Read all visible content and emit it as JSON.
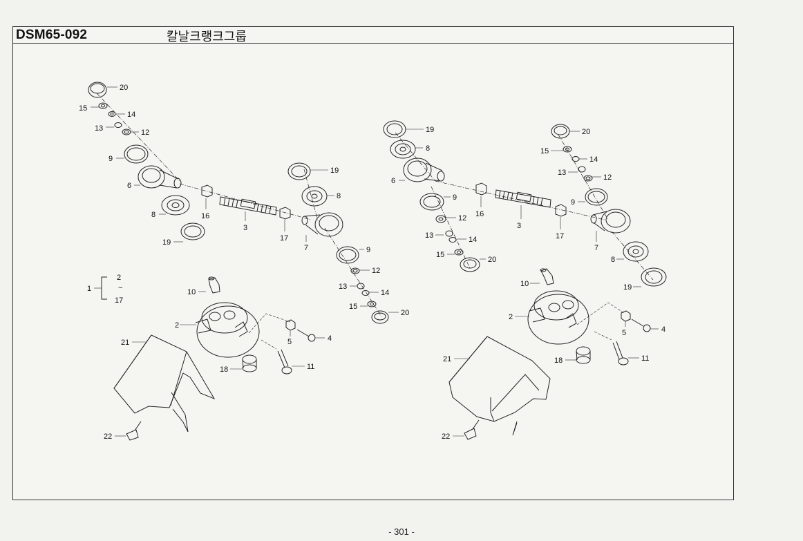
{
  "header": {
    "code": "DSM65-092",
    "title": "칼날크랭크그룹"
  },
  "page_number": "- 301 -",
  "assembly_note": {
    "item": "1",
    "from": "2",
    "tilde": "~",
    "to": "17"
  },
  "left_labels": {
    "l20a": "20",
    "l15a": "15",
    "l14a": "14",
    "l13a": "13",
    "l12a": "12",
    "l9a": "9",
    "l6": "6",
    "l8a": "8",
    "l19a": "19",
    "l16": "16",
    "l3": "3",
    "l17": "17",
    "l7": "7",
    "l19b": "19",
    "l8b": "8",
    "l9b": "9",
    "l12b": "12",
    "l13b": "13",
    "l14b": "14",
    "l15b": "15",
    "l20b": "20",
    "l10": "10",
    "l2": "2",
    "l5": "5",
    "l4": "4",
    "l21": "21",
    "l18": "18",
    "l11": "11",
    "l22": "22"
  },
  "right_labels": {
    "l19a": "19",
    "l8a": "8",
    "l6": "6",
    "l9a": "9",
    "l12a": "12",
    "l13a": "13",
    "l14a": "14",
    "l15a": "15",
    "l20a": "20",
    "l16": "16",
    "l3": "3",
    "l17": "17",
    "l20b": "20",
    "l15b": "15",
    "l14b": "14",
    "l13b": "13",
    "l12b": "12",
    "l9b": "9",
    "l7": "7",
    "l8b": "8",
    "l19b": "19",
    "l10": "10",
    "l2": "2",
    "l5": "5",
    "l4": "4",
    "l21": "21",
    "l18": "18",
    "l11": "11",
    "l22": "22"
  }
}
